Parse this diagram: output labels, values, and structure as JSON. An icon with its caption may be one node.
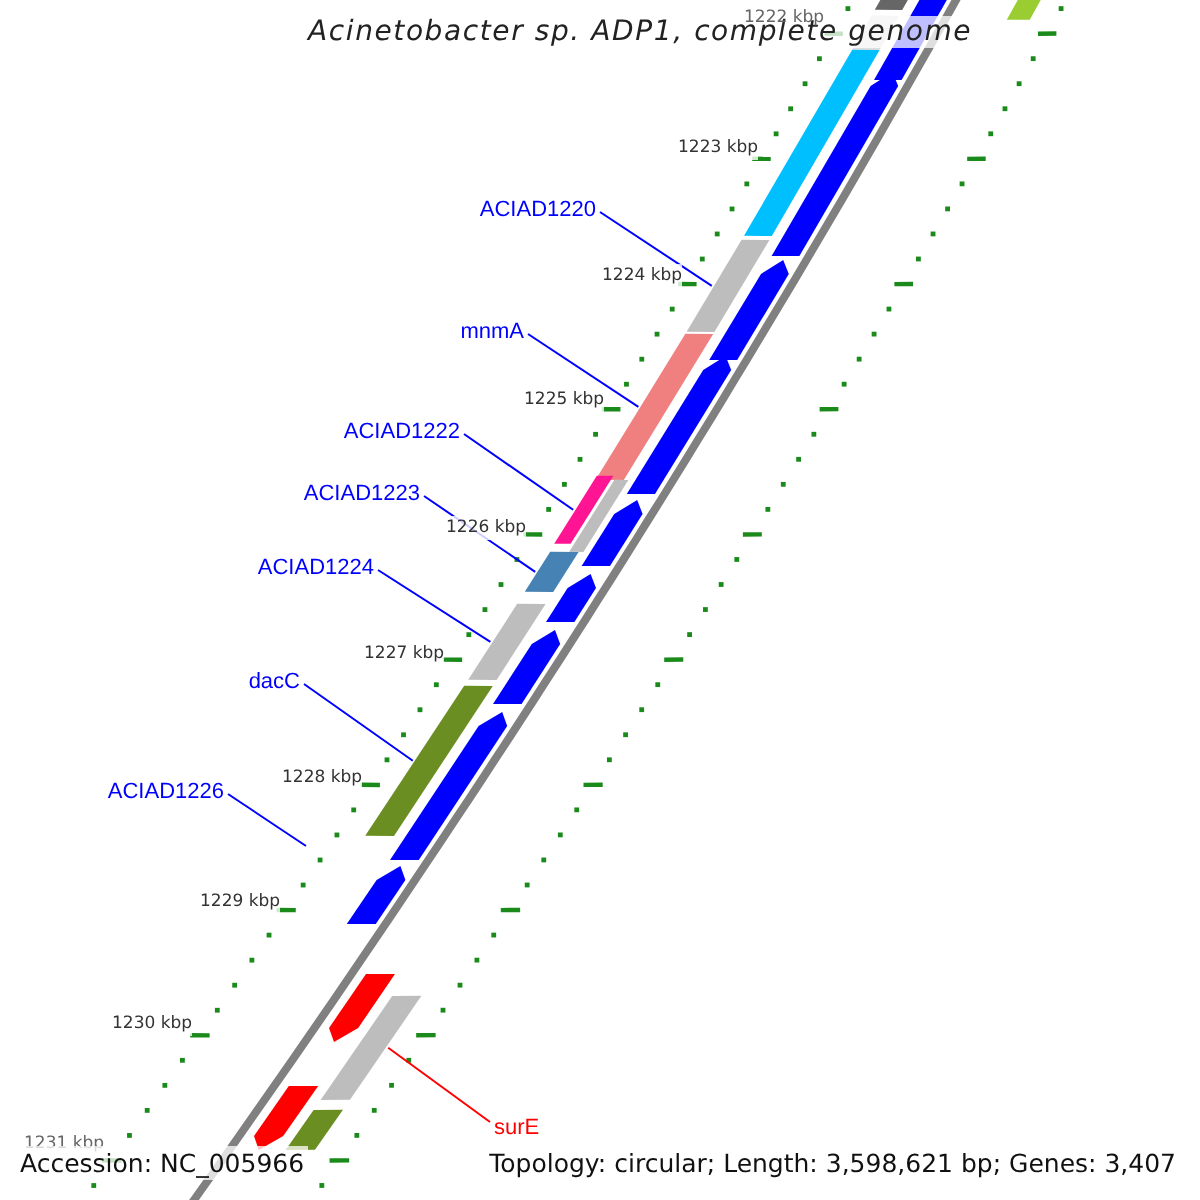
{
  "diagram": {
    "title": "Acinetobacter sp. ADP1, complete genome",
    "nodes": [
      {
        "text": [
          "ACIAD1220"
        ]
      },
      {
        "text": [
          "mnmA"
        ]
      },
      {
        "text": [
          "ACIAD1222"
        ]
      },
      {
        "text": [
          "ACIAD1223"
        ]
      },
      {
        "text": [
          "ACIAD1224"
        ]
      },
      {
        "text": [
          "dacC"
        ]
      },
      {
        "text": [
          "ACIAD1226"
        ]
      },
      {
        "text": [
          "surE"
        ]
      },
      {
        "text": [],
        "shape": "bar"
      },
      {
        "text": [],
        "shape": "pentagon"
      },
      {
        "text": [],
        "shape": "bar"
      },
      {
        "text": [],
        "shape": "bar"
      },
      {
        "text": [],
        "shape": "bar"
      },
      {
        "text": [],
        "shape": "pentagon"
      },
      {
        "text": [],
        "shape": "bar"
      },
      {
        "text": [],
        "shape": "pentagon"
      },
      {
        "text": [],
        "shape": "bar"
      },
      {
        "text": [],
        "shape": "pentagon"
      },
      {
        "text": [],
        "shape": "bar"
      },
      {
        "text": [],
        "shape": "bar"
      },
      {
        "text": [],
        "shape": "pentagon"
      },
      {
        "text": [],
        "shape": "bar"
      },
      {
        "text": [],
        "shape": "pentagon"
      },
      {
        "text": [],
        "shape": "bar"
      },
      {
        "text": [],
        "shape": "pentagon"
      },
      {
        "text": [],
        "shape": "bar"
      },
      {
        "text": [],
        "shape": "pentagon"
      },
      {
        "text": [],
        "shape": "pentagon"
      },
      {
        "text": [],
        "shape": "pentagon"
      },
      {
        "text": [],
        "shape": "bar"
      },
      {
        "text": [],
        "shape": "pentagon"
      },
      {
        "text": [],
        "shape": "bar"
      }
    ],
    "edges": [
      {
        "from": 0,
        "to": 14,
        "arrow": "none"
      },
      {
        "from": 1,
        "to": 16,
        "arrow": "none"
      },
      {
        "from": 2,
        "to": 18,
        "arrow": "none"
      },
      {
        "from": 3,
        "to": 21,
        "arrow": "none"
      },
      {
        "from": 4,
        "to": 23,
        "arrow": "none"
      },
      {
        "from": 5,
        "to": 25,
        "arrow": "none"
      },
      {
        "from": 6,
        "to": null,
        "arrow": "none"
      },
      {
        "from": 7,
        "to": 29,
        "arrow": "none",
        "color": "#ff0000"
      }
    ],
    "labels": [
      "1222 kbp",
      "1223 kbp",
      "1224 kbp",
      "1225 kbp",
      "1226 kbp",
      "1227 kbp",
      "1228 kbp",
      "1229 kbp",
      "1230 kbp",
      "1231 kbp",
      "Accession: NC_005966",
      "Topology: circular; Length: 3,598,621 bp; Genes: 3,407"
    ]
  }
}
